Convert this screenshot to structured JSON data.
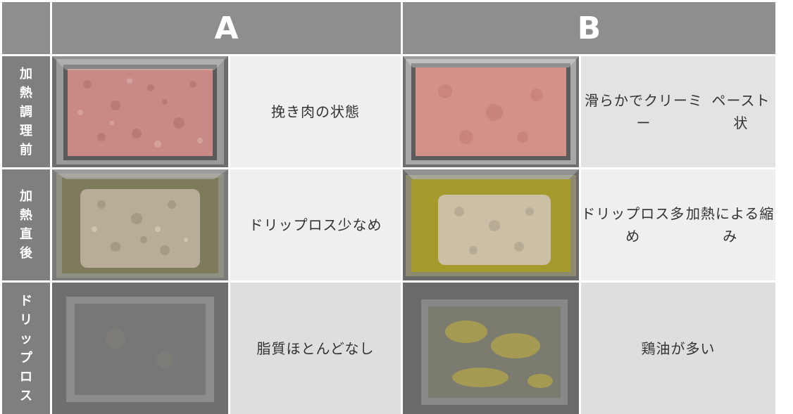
{
  "header": {
    "col_a": "A",
    "col_b": "B"
  },
  "rows": [
    {
      "label": [
        "加",
        "熱",
        "調",
        "理",
        "前"
      ],
      "a_text": [
        "挽き肉の状態"
      ],
      "b_text": [
        "滑らかでクリーミー",
        "ペースト状"
      ]
    },
    {
      "label": [
        "加",
        "熱",
        "直",
        "後"
      ],
      "a_text": [
        "ドリップロス少なめ"
      ],
      "b_text": [
        "ドリップロス多め",
        "加熱による縮み"
      ]
    },
    {
      "label": [
        "ド",
        "リ",
        "ッ",
        "プ",
        "ロ",
        "ス"
      ],
      "a_text": [
        "脂質ほとんどなし"
      ],
      "b_text": [
        "鶏油が多い"
      ]
    }
  ],
  "colors": {
    "header_bg": "#8e8e8e",
    "row_label_bg": "#7f7f7f",
    "raw_meat": "#c98a85",
    "cooked_meat": "#b8ae98",
    "chicken_oil": "#c9b43a"
  }
}
